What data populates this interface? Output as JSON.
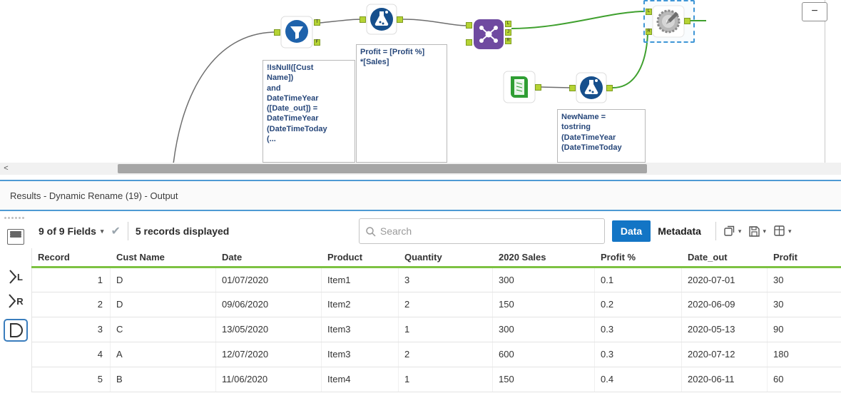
{
  "colors": {
    "accent_blue": "#4e9ad4",
    "data_button_blue": "#1375c5",
    "header_underline_green": "#7dc242",
    "anchor_green": "#b5d334",
    "wire_green": "#3fa02e",
    "selection_blue": "#3f96d6"
  },
  "icons": {
    "caret": "▾",
    "check": "✔",
    "minimize": "−",
    "scroll_left": "<"
  },
  "canvas": {
    "annotations": {
      "filter": "!IsNull([Cust\nName])\nand\nDateTimeYear\n([Date_out]) =\nDateTimeYear\n(DateTimeToday\n(...",
      "formula_profit": "Profit = [Profit %]\n*[Sales]",
      "formula_newname": "NewName =\ntostring\n(DateTimeYear\n(DateTimeToday"
    },
    "anchors": {
      "filter_t": "T",
      "filter_f": "F",
      "join_l": "L",
      "join_j": "J",
      "join_r": "R",
      "rename_l": "L",
      "rename_r": "R"
    }
  },
  "results": {
    "title": "Results - Dynamic Rename (19) - Output",
    "sidebar": {
      "left_label": "L",
      "right_label": "R"
    },
    "toolbar": {
      "fields_summary": "9 of 9 Fields",
      "records_displayed": "5 records displayed",
      "search_placeholder": "Search",
      "data_label": "Data",
      "metadata_label": "Metadata"
    },
    "table": {
      "columns": [
        "Record",
        "Cust Name",
        "Date",
        "Product",
        "Quantity",
        "2020 Sales",
        "Profit %",
        "Date_out",
        "Profit"
      ],
      "rows": [
        [
          "1",
          "D",
          "01/07/2020",
          "Item1",
          "3",
          "300",
          "0.1",
          "2020-07-01",
          "30"
        ],
        [
          "2",
          "D",
          "09/06/2020",
          "Item2",
          "2",
          "150",
          "0.2",
          "2020-06-09",
          "30"
        ],
        [
          "3",
          "C",
          "13/05/2020",
          "Item3",
          "1",
          "300",
          "0.3",
          "2020-05-13",
          "90"
        ],
        [
          "4",
          "A",
          "12/07/2020",
          "Item3",
          "2",
          "600",
          "0.3",
          "2020-07-12",
          "180"
        ],
        [
          "5",
          "B",
          "11/06/2020",
          "Item4",
          "1",
          "150",
          "0.4",
          "2020-06-11",
          "60"
        ]
      ]
    }
  }
}
